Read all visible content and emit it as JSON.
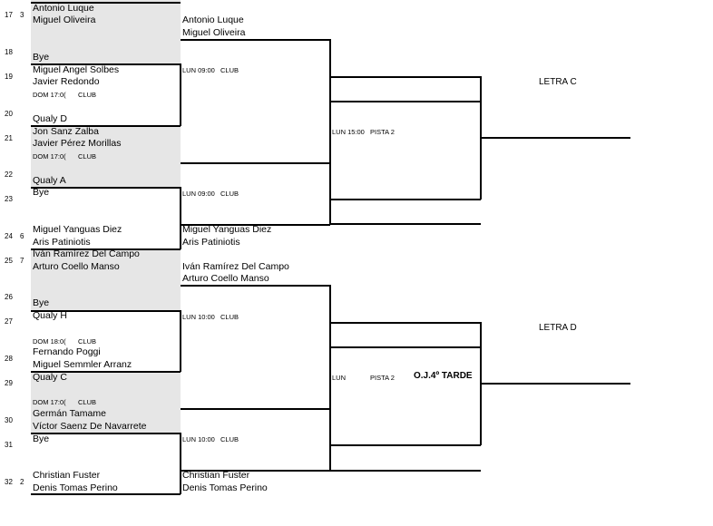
{
  "rows": [
    {
      "num": "17",
      "seed": "3"
    },
    {
      "num": "18",
      "seed": ""
    },
    {
      "num": "19",
      "seed": ""
    },
    {
      "num": "20",
      "seed": ""
    },
    {
      "num": "21",
      "seed": ""
    },
    {
      "num": "22",
      "seed": ""
    },
    {
      "num": "23",
      "seed": ""
    },
    {
      "num": "24",
      "seed": "6"
    },
    {
      "num": "25",
      "seed": "7"
    },
    {
      "num": "26",
      "seed": ""
    },
    {
      "num": "27",
      "seed": ""
    },
    {
      "num": "28",
      "seed": ""
    },
    {
      "num": "29",
      "seed": ""
    },
    {
      "num": "30",
      "seed": ""
    },
    {
      "num": "31",
      "seed": ""
    },
    {
      "num": "32",
      "seed": "2"
    }
  ],
  "round1": [
    "Antonio Luque",
    "Miguel Oliveira",
    "Bye",
    "Miguel Angel Solbes",
    "Javier Redondo",
    "Qualy D",
    "Jon Sanz Zalba",
    "Javier Pérez Morillas",
    "Qualy A",
    "Bye",
    "Miguel Yanguas Diez",
    "Aris Patiniotis",
    "Iván Ramírez Del Campo",
    "Arturo  Coello Manso",
    "Bye",
    "Qualy H",
    "Fernando Poggi",
    "Miguel Semmler Arranz",
    "Qualy C",
    "Germán Tamame",
    "Víctor Saenz De Navarrete",
    "Bye",
    "Christian Fuster",
    "Denis Tomas Perino"
  ],
  "round1_sched": [
    "DOM 17:0(",
    "CLUB",
    "DOM 17:0(",
    "CLUB",
    "DOM 18:0(",
    "CLUB",
    "DOM 17:0(",
    "CLUB"
  ],
  "round2": [
    "Antonio Luque",
    "Miguel Oliveira",
    "Miguel Yanguas Diez",
    "Aris Patiniotis",
    "Iván Ramírez Del Campo",
    "Arturo  Coello Manso",
    "Christian Fuster",
    "Denis Tomas Perino"
  ],
  "round2_sched": [
    "LUN 09:00",
    "CLUB",
    "LUN 09:00",
    "CLUB",
    "LUN 10:00",
    "CLUB",
    "LUN 10:00",
    "CLUB"
  ],
  "round3_sched": [
    "LUN 15:00",
    "PISTA 2",
    "LUN",
    "PISTA 2"
  ],
  "round3_label": "O.J.4º TARDE",
  "finals": [
    "LETRA C",
    "LETRA D"
  ]
}
